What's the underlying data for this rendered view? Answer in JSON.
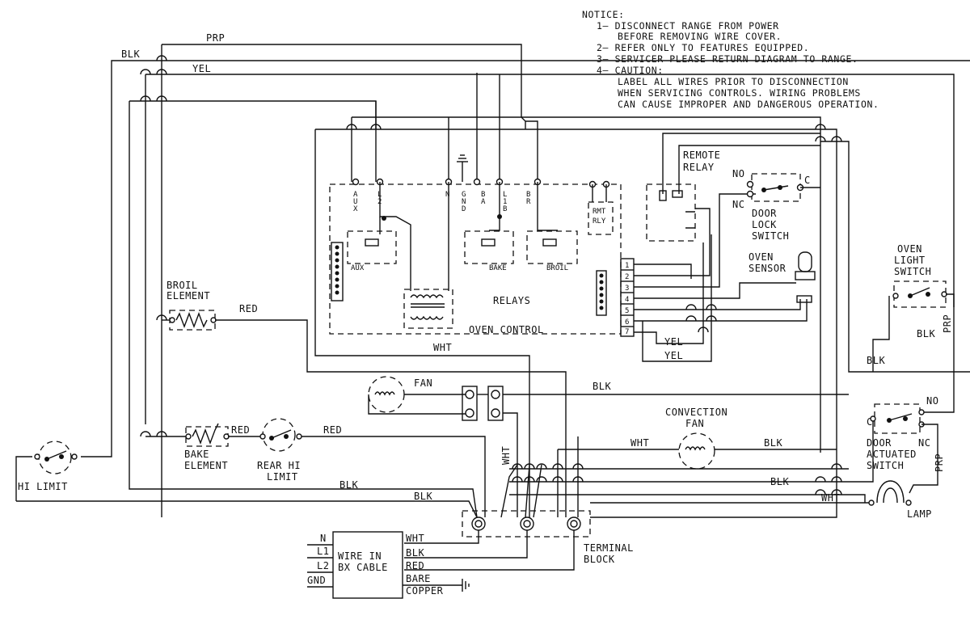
{
  "notice": {
    "heading": "NOTICE:",
    "lines": [
      "1— DISCONNECT RANGE FROM POWER",
      "BEFORE REMOVING WIRE COVER.",
      "2— REFER ONLY TO FEATURES EQUIPPED.",
      "3— SERVICER PLEASE RETURN DIAGRAM TO RANGE.",
      "4— CAUTION:",
      "LABEL ALL WIRES PRIOR TO DISCONNECTION",
      "WHEN SERVICING CONTROLS. WIRING PROBLEMS",
      "CAN CAUSE IMPROPER AND DANGEROUS OPERATION."
    ]
  },
  "wire_labels": {
    "blk": "BLK",
    "prp": "PRP",
    "yel": "YEL",
    "red": "RED",
    "wht": "WHT",
    "bare": "BARE",
    "copper": "COPPER"
  },
  "components": {
    "broil_element": [
      "BROIL",
      "ELEMENT"
    ],
    "bake_element": [
      "BAKE",
      "ELEMENT"
    ],
    "rear_hi_limit": [
      "REAR HI",
      "LIMIT"
    ],
    "hi_limit": "HI LIMIT",
    "fan": "FAN",
    "convection_fan": [
      "CONVECTION",
      "FAN"
    ],
    "relays": "RELAYS",
    "oven_control": "OVEN CONTROL",
    "aux": "AUX",
    "bake": "BAKE",
    "broil": "BROIL",
    "rmt_rly": [
      "RMT",
      "RLY"
    ],
    "remote_relay": [
      "REMOTE",
      "RELAY"
    ],
    "door_lock_switch": [
      "DOOR",
      "LOCK",
      "SWITCH"
    ],
    "oven_sensor": [
      "OVEN",
      "SENSOR"
    ],
    "oven_light_switch": [
      "OVEN",
      "LIGHT",
      "SWITCH"
    ],
    "door_actuated_switch": [
      "DOOR",
      "ACTUATED",
      "SWITCH"
    ],
    "lamp": "LAMP",
    "terminal_block": [
      "TERMINAL",
      "BLOCK"
    ],
    "wire_in_bx_cable": [
      "WIRE IN",
      "BX CABLE"
    ]
  },
  "contacts": {
    "no": "NO",
    "nc": "NC",
    "c": "C"
  },
  "supply": [
    "N",
    "L1",
    "L2",
    "GND"
  ],
  "connector_pins": [
    "1",
    "2",
    "3",
    "4",
    "5",
    "6",
    "7"
  ],
  "control_terminals": {
    "aux": [
      "A",
      "U",
      "X"
    ],
    "l2": [
      "L",
      "2"
    ],
    "n": "N",
    "gnd": [
      "G",
      "N",
      "D"
    ],
    "ba": [
      "B",
      "A"
    ],
    "l1b": [
      "L",
      "1",
      "B"
    ],
    "br": [
      "B",
      "R"
    ]
  }
}
